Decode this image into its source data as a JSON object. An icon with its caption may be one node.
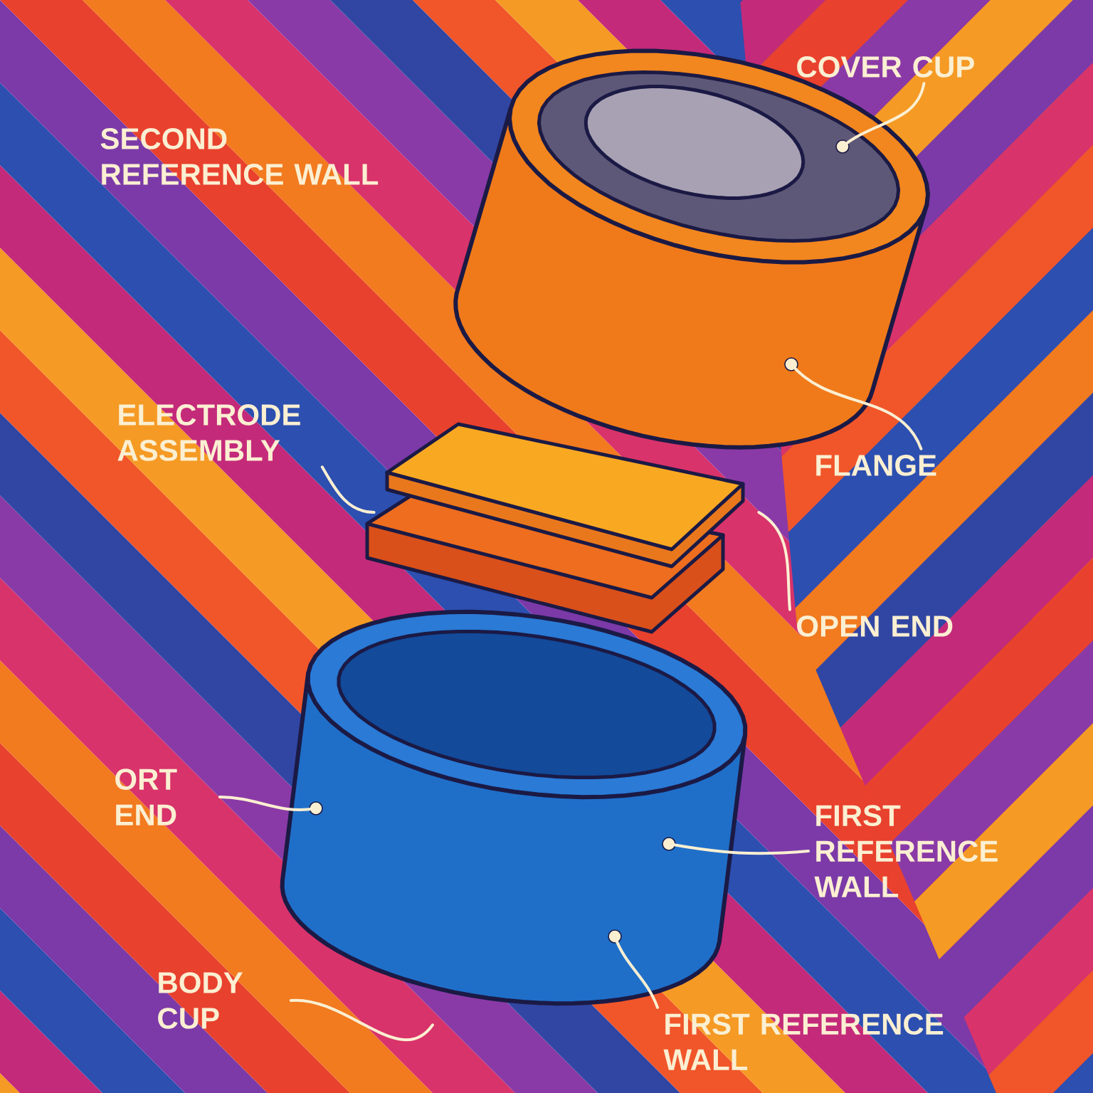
{
  "diagram": {
    "nodes": [
      {
        "text": [],
        "shape": "picture"
      },
      {
        "text": [],
        "shape": "circle",
        "in": 0
      },
      {
        "text": [],
        "shape": "circle",
        "in": 0
      },
      {
        "text": [
          "COVER CUP"
        ]
      },
      {
        "text": [
          "ELECTRODE ASSEMBLY"
        ]
      },
      {
        "text": [],
        "shape": "picture"
      },
      {
        "text": [
          "FLANGE"
        ]
      },
      {
        "text": [
          "OPEN END"
        ]
      },
      {
        "text": [],
        "shape": "picture"
      },
      {
        "text": [],
        "shape": "circle",
        "in": 8
      },
      {
        "text": [],
        "shape": "circle",
        "in": 8
      },
      {
        "text": [],
        "shape": "circle",
        "in": 8
      },
      {
        "text": [
          "ORT END"
        ]
      },
      {
        "text": [
          "FIRST REFERENCE WALL"
        ]
      },
      {
        "text": [
          "BODY CUP"
        ]
      },
      {
        "text": [
          "FIRST REFERENCE WALL"
        ]
      }
    ],
    "edges": [
      {
        "from": 3,
        "to": 1,
        "arrow": "none"
      },
      {
        "from": 6,
        "to": 2,
        "arrow": "none"
      },
      {
        "from": 4,
        "to": 5,
        "arrow": "none"
      },
      {
        "from": 7,
        "to": 5,
        "arrow": "none"
      },
      {
        "from": 12,
        "to": 9,
        "arrow": "none"
      },
      {
        "from": 13,
        "to": 10,
        "arrow": "none"
      },
      {
        "from": 14,
        "to": 8,
        "arrow": "none"
      },
      {
        "from": 15,
        "to": 11,
        "arrow": "none"
      }
    ],
    "labels": [
      "SECOND REFERENCE WALL"
    ]
  }
}
